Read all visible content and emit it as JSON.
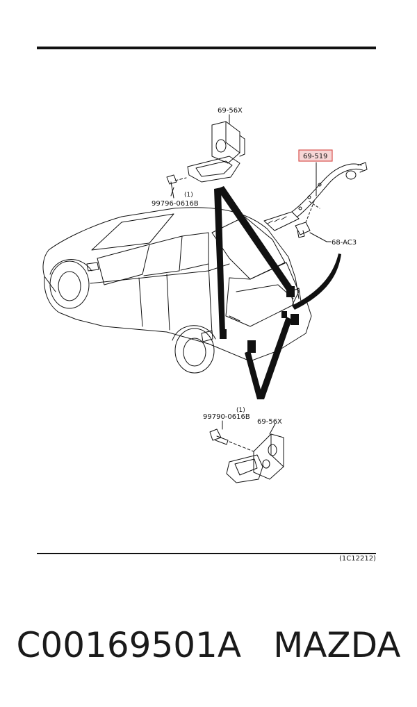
{
  "labels": {
    "top_bracket": "69-56X",
    "top_bolt": "99796-0616B",
    "top_bolt_qty": "(1)",
    "harness": "69-519",
    "clip": "68-AC3",
    "bottom_bolt": "99790-0616B",
    "bottom_bolt_qty": "(1)",
    "bottom_bracket": "69-56X"
  },
  "reference_code": "(1C12212)",
  "caption": {
    "part_number": "C00169501A",
    "brand": "MAZDA"
  },
  "colors": {
    "line": "#111111",
    "highlight": "#d9534f",
    "highlight_fill": "#f7d6d6"
  }
}
